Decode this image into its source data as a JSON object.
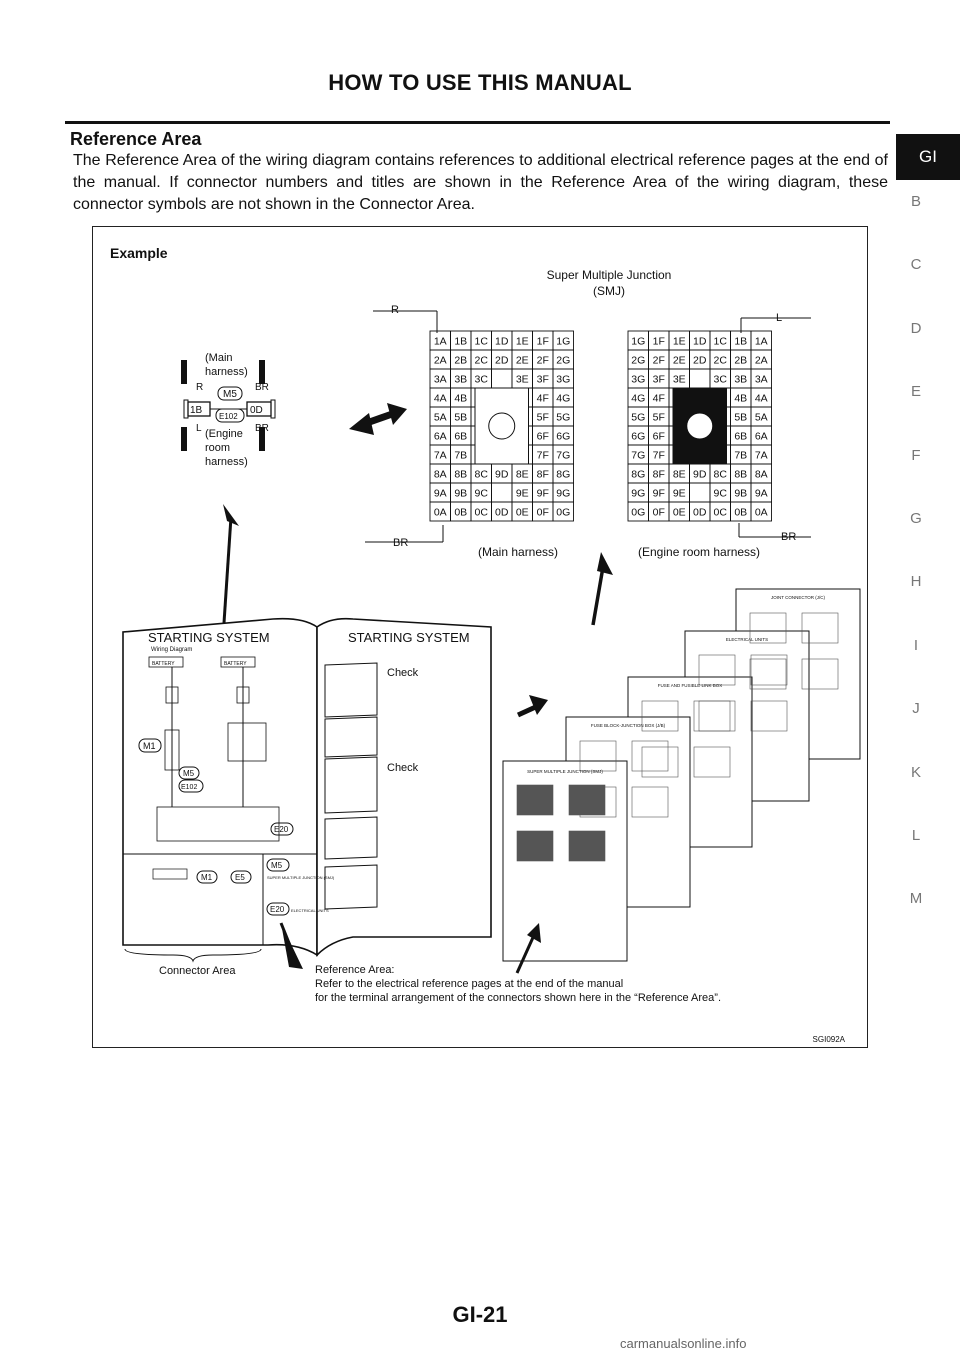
{
  "header": {
    "title": "HOW TO USE THIS MANUAL"
  },
  "section_tab": "GI",
  "side_index": [
    "B",
    "C",
    "D",
    "E",
    "F",
    "G",
    "H",
    "I",
    "J",
    "K",
    "L",
    "M"
  ],
  "section": {
    "heading": "Reference Area",
    "body": "The Reference Area of the wiring diagram contains references to additional electrical reference pages at the end of the manual. If connector numbers and titles are shown in the Reference Area of the wiring diagram, these connector symbols are not shown in the Connector Area."
  },
  "figure": {
    "example_label": "Example",
    "smj_title_line1": "Super Multiple Junction",
    "smj_title_line2": "(SMJ)",
    "main_harness_label": "(Main harness)",
    "engine_room_harness_label": "(Engine room harness)",
    "left_connector": {
      "main_line1": "(Main",
      "main_line2": "harness)",
      "engine_line1": "(Engine",
      "engine_line2": "room",
      "engine_line3": "harness)",
      "terminal_left": "1B",
      "terminal_right": "0D",
      "connector_top": "M5",
      "connector_bottom": "E102",
      "wire_r": "R",
      "wire_l": "L",
      "wire_br_top": "BR",
      "wire_br_bottom": "BR"
    },
    "wire_labels": {
      "r": "R",
      "br_left": "BR",
      "l": "L",
      "br_right": "BR"
    },
    "main_grid": [
      [
        "1A",
        "1B",
        "1C",
        "1D",
        "1E",
        "1F",
        "1G"
      ],
      [
        "2A",
        "2B",
        "2C",
        "2D",
        "2E",
        "2F",
        "2G"
      ],
      [
        "3A",
        "3B",
        "3C",
        "",
        "3E",
        "3F",
        "3G"
      ],
      [
        "4A",
        "4B",
        "",
        "",
        "",
        "4F",
        "4G"
      ],
      [
        "5A",
        "5B",
        "",
        "",
        "",
        "5F",
        "5G"
      ],
      [
        "6A",
        "6B",
        "",
        "",
        "",
        "6F",
        "6G"
      ],
      [
        "7A",
        "7B",
        "",
        "",
        "",
        "7F",
        "7G"
      ],
      [
        "8A",
        "8B",
        "8C",
        "9D",
        "8E",
        "8F",
        "8G"
      ],
      [
        "9A",
        "9B",
        "9C",
        "",
        "9E",
        "9F",
        "9G"
      ],
      [
        "0A",
        "0B",
        "0C",
        "0D",
        "0E",
        "0F",
        "0G"
      ]
    ],
    "engine_grid": [
      [
        "1G",
        "1F",
        "1E",
        "1D",
        "1C",
        "1B",
        "1A"
      ],
      [
        "2G",
        "2F",
        "2E",
        "2D",
        "2C",
        "2B",
        "2A"
      ],
      [
        "3G",
        "3F",
        "3E",
        "",
        "3C",
        "3B",
        "3A"
      ],
      [
        "4G",
        "4F",
        "",
        "",
        "",
        "4B",
        "4A"
      ],
      [
        "5G",
        "5F",
        "",
        "",
        "",
        "5B",
        "5A"
      ],
      [
        "6G",
        "6F",
        "",
        "",
        "",
        "6B",
        "6A"
      ],
      [
        "7G",
        "7F",
        "",
        "",
        "",
        "7B",
        "7A"
      ],
      [
        "8G",
        "8F",
        "8E",
        "9D",
        "8C",
        "8B",
        "8A"
      ],
      [
        "9G",
        "9F",
        "9E",
        "",
        "9C",
        "9B",
        "9A"
      ],
      [
        "0G",
        "0F",
        "0E",
        "0D",
        "0C",
        "0B",
        "0A"
      ]
    ],
    "book": {
      "left_page_title": "STARTING SYSTEM",
      "right_page_title": "STARTING SYSTEM",
      "wiring_diagram_label": "Wiring Diagram",
      "battery_label_1": "BATTERY",
      "battery_label_2": "BATTERY",
      "check_1": "Check",
      "check_2": "Check",
      "connector_m1": "M1",
      "connector_m5": "M5",
      "connector_e102": "E102",
      "connector_e20": "E20",
      "connector_area_m1": "M1",
      "connector_area_e5": "E5",
      "ref_m5": "M5",
      "ref_m5_text": "SUPER MULTIPLE JUNCTION (SMJ)",
      "ref_e20": "E20",
      "ref_e20_text": "ELECTRICAL UNITS"
    },
    "stack_pages": [
      "SUPER MULTIPLE JUNCTION (SMJ)",
      "FUSE BLOCK-JUNCTION BOX (J/B)",
      "FUSE AND FUSIBLE LINK BOX",
      "ELECTRICAL UNITS",
      "JOINT CONNECTOR (J/C)"
    ],
    "connector_area_label": "Connector Area",
    "reference_area_line1": "Reference Area:",
    "reference_area_line2": "Refer to the electrical reference pages at the end of the manual",
    "reference_area_line3": "for the terminal arrangement of the connectors shown here in the “Reference Area”.",
    "figure_code": "SGI092A"
  },
  "page_number": "GI-21",
  "watermark": "carmanualsonline.info"
}
